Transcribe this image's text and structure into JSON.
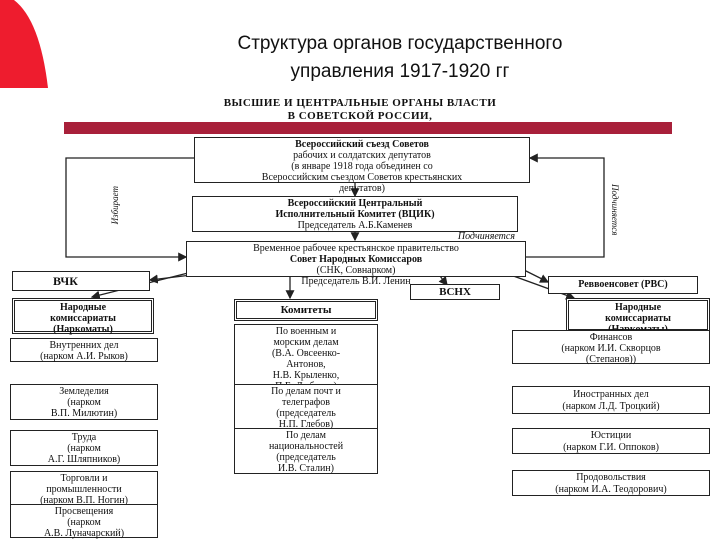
{
  "title_line1": "Структура органов государственного",
  "title_line2": "управления 1917-1920 гг",
  "subhead_line1": "ВЫСШИЕ И ЦЕНТРАЛЬНЫЕ ОРГАНЫ ВЛАСТИ",
  "subhead_line2": "В СОВЕТСКОЙ РОССИИ,",
  "congress": {
    "l1": "Всероссийский съезд Советов",
    "l2": "рабочих и солдатских депутатов",
    "l3": "(в январе 1918 года объединен со",
    "l4": "Всероссийским съездом Советов крестьянских",
    "l5": "депутатов)"
  },
  "vtsik": {
    "l1": "Всероссийский Центральный",
    "l2": "Исполнительный Комитет (ВЦИК)",
    "l3": "Председатель А.Б.Каменев",
    "l4": "Подчиняется"
  },
  "sovnarkom": {
    "l1": "Временное рабочее крестьянское правительство",
    "l2": "Совет Народных Комиссаров",
    "l3": "(СНК, Совнарком)",
    "l4": "Председатель В.И. Ленин"
  },
  "side_left": "Избирает",
  "side_right": "Подчиняется",
  "vchk": "ВЧК",
  "vsnkh": "ВСНХ",
  "rvs": "Реввоенсовет (РВС)",
  "left_col": {
    "header": [
      "Народные",
      "комиссариаты",
      "(Наркоматы)"
    ],
    "items": [
      [
        "Внутренних дел",
        "(нарком А.И. Рыков)"
      ],
      [
        "Земледелия",
        "(нарком",
        "В.П. Милютин)"
      ],
      [
        "Труда",
        "(нарком",
        "А.Г. Шляпников)"
      ],
      [
        "Торговли и",
        "промышленности",
        "(нарком В.П. Ногин)"
      ],
      [
        "Просвещения",
        "(нарком",
        "А.В. Луначарский)"
      ]
    ]
  },
  "mid_col": {
    "header": [
      "Комитеты"
    ],
    "items": [
      [
        "По военным и",
        "морским делам",
        "(В.А. Овсеенко-",
        "Антонов,",
        "Н.В. Крыленко,",
        "П.Е. Дыбенко)"
      ],
      [
        "По делам почт и",
        "телеграфов",
        "(председатель",
        "Н.П. Глебов)"
      ],
      [
        "По делам",
        "национальностей",
        "(председатель",
        "И.В. Сталин)"
      ]
    ]
  },
  "right_col": {
    "header": [
      "Народные",
      "комиссариаты",
      "(Наркоматы)"
    ],
    "items": [
      [
        "Финансов",
        "(нарком И.И. Скворцов",
        "(Степанов))"
      ],
      [
        "Иностранных дел",
        "(нарком Л.Д. Троцкий)"
      ],
      [
        "Юстиции",
        "(нарком Г.И. Оппоков)"
      ],
      [
        "Продовольствия",
        "(нарком И.А. Теодорович)"
      ]
    ]
  },
  "colors": {
    "accent_bar": "#a8203a",
    "corner": "#ee1c2e"
  }
}
